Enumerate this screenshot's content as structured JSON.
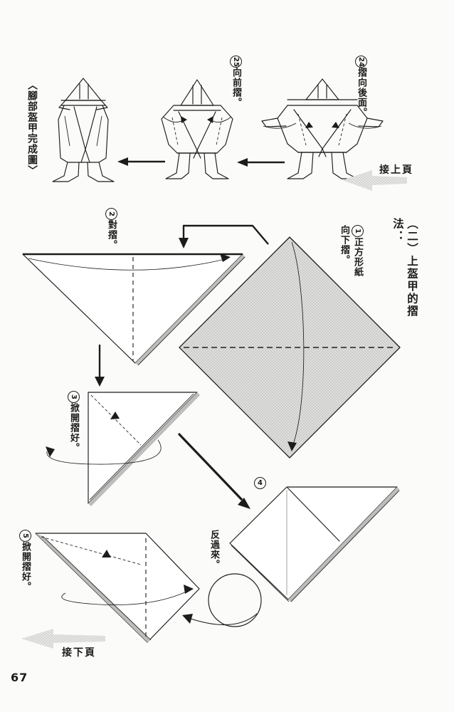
{
  "page": {
    "number": "67"
  },
  "top_flow": {
    "completed_label": "〈腳部盔甲完成圖〉",
    "step_25": {
      "num": "25",
      "caption": "向前摺。"
    },
    "step_24": {
      "num": "24",
      "caption": "摺向後面。"
    },
    "prev_page_label": "接上頁"
  },
  "helmet_flow": {
    "section_title": "（二）上盔甲的摺法：",
    "step_1": {
      "num": "1",
      "caption": "正方形紙向下摺。"
    },
    "step_2": {
      "num": "2",
      "caption": "對摺。"
    },
    "step_3": {
      "num": "3",
      "caption": "掀開摺好。"
    },
    "step_4": {
      "num": "4"
    },
    "step_5": {
      "num": "5",
      "caption": "掀開摺好。"
    },
    "flip_caption": "反過來。",
    "next_page_label": "接下頁"
  },
  "colors": {
    "ink": "#1c1c1c",
    "paper_shade": "#dcdcda",
    "layer_shade": "#bdbdbb",
    "gray_arrow": "#cbcbc9"
  }
}
